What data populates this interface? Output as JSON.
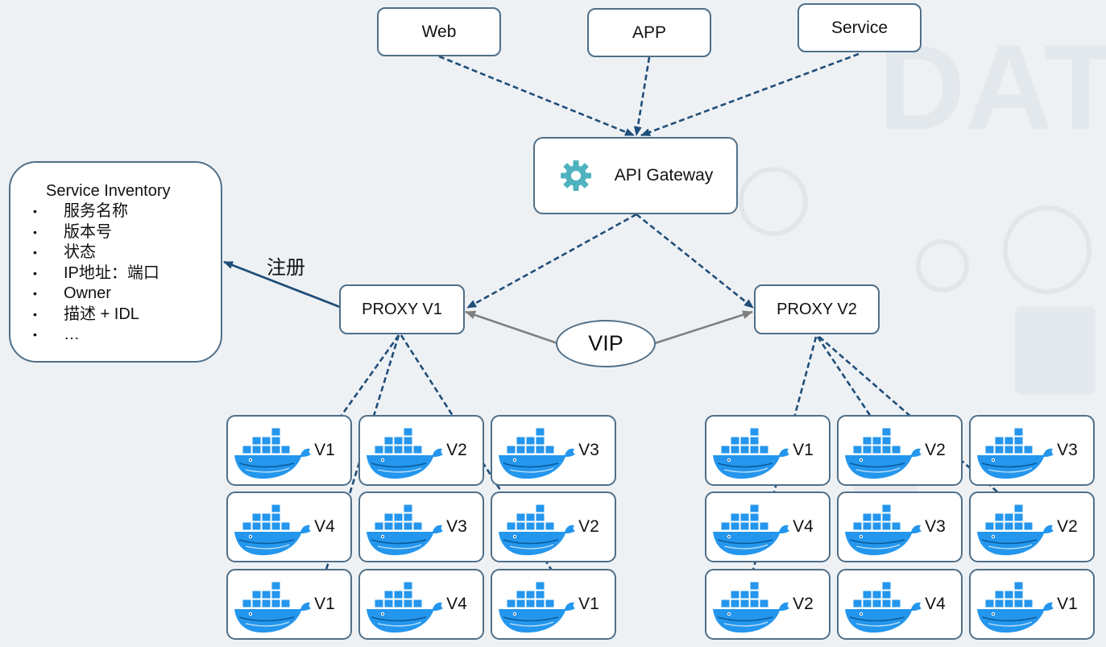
{
  "clients": {
    "web": "Web",
    "app": "APP",
    "service": "Service"
  },
  "gateway": {
    "label": "API Gateway",
    "icon": "gear-icon"
  },
  "proxies": {
    "v1": "PROXY V1",
    "v2": "PROXY V2"
  },
  "vip": "VIP",
  "registration_label": "注册",
  "inventory": {
    "title": "Service Inventory",
    "items": [
      "服务名称",
      "版本号",
      "状态",
      "IP地址：端口",
      "Owner",
      "描述 + IDL",
      "…"
    ]
  },
  "left_cluster": {
    "versions": [
      "V1",
      "V2",
      "V3",
      "V4",
      "V3",
      "V2",
      "V1",
      "V4",
      "V1"
    ]
  },
  "right_cluster": {
    "versions": [
      "V1",
      "V2",
      "V3",
      "V4",
      "V3",
      "V2",
      "V2",
      "V4",
      "V1"
    ]
  },
  "colors": {
    "arrow": "#1f4e79",
    "vip_arrow": "#7f7f7f",
    "whale": "#2496ed",
    "gear": "#4fb3bf"
  }
}
